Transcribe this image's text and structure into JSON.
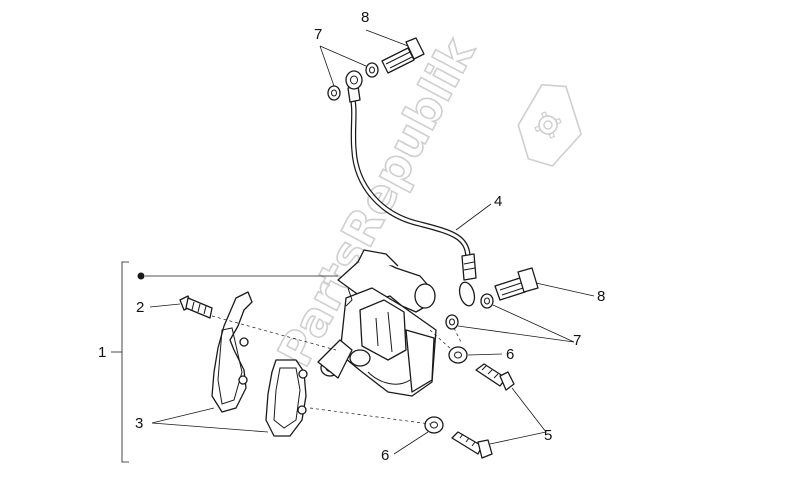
{
  "watermark": {
    "text": "PartsRepublik",
    "logo_icon": "gear-icon"
  },
  "callouts": {
    "assembly_caliper": "1",
    "screw_pin": "2",
    "brake_pads": "3",
    "brake_hose": "4",
    "banjo_bolts": "5",
    "washer_upper": "6",
    "washer_lower": "6",
    "sealing_washers_top": "7",
    "sealing_washers_right": "7",
    "banjo_bolt_top": "8",
    "banjo_bolt_right": "8"
  },
  "colors": {
    "line": "#1a1a1a",
    "watermark": "#cfcfcf",
    "background": "#ffffff"
  }
}
